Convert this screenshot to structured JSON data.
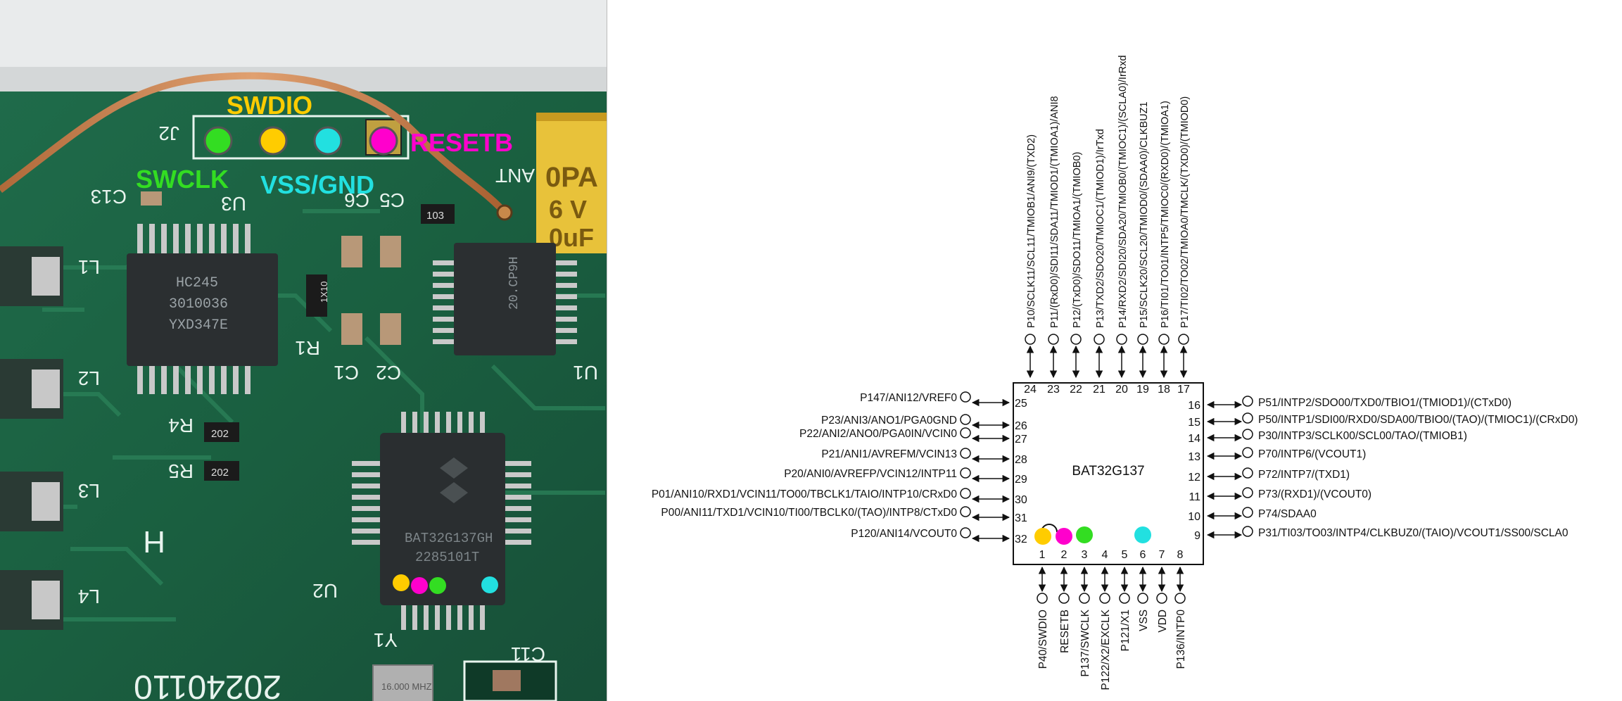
{
  "photo": {
    "labels": {
      "swdio": "SWDIO",
      "swclk": "SWCLK",
      "vss": "VSS/GND",
      "resetb": "RESETB"
    },
    "silkscreen": {
      "j2": "J2",
      "c13": "C13",
      "u3": "U3",
      "c5": "C5",
      "c6": "C6",
      "ant": "ANT",
      "r1": "R1",
      "c1": "C1",
      "c2": "C2",
      "u1": "U1",
      "r4": "R4",
      "r5": "R5",
      "u2": "U2",
      "y1": "Y1",
      "c11": "C11",
      "l1": "L1",
      "l2": "L2",
      "l3": "L3",
      "l4": "L4",
      "h": "H",
      "date": "20240110",
      "cap_top": "0PA",
      "cap_mid": "6 V",
      "cap_bot": "0uF"
    },
    "chips": {
      "hc245_line1": "HC245",
      "hc245_line2": "3010036",
      "hc245_line3": "YXD347E",
      "rf_chip": "20.CP9H",
      "mcu_line1": "BAT32G137GH",
      "mcu_line2": "2285101T",
      "res_103": "103",
      "res_202a": "202",
      "res_202b": "202",
      "res_1x10": "1X10",
      "crystal": "16.000 MHZ"
    },
    "colors": {
      "swclk": "#33dd22",
      "swdio": "#ffcc00",
      "vss": "#22e0e0",
      "resetb": "#ff00cc"
    }
  },
  "diagram": {
    "chip_name": "BAT32G137",
    "top_numbers": [
      "24",
      "23",
      "22",
      "21",
      "20",
      "19",
      "18",
      "17"
    ],
    "top_pins": [
      "P10/SCLK11/SCL11/TMIOB1/ANI9/(TXD2)",
      "P11/(RxD0)/SDI11/SDA11/TMIOD1/(TMIOA1)/ANI8",
      "P12/(TxD0)/SDO11/TMIOA1/(TMIOB0)",
      "P13/TXD2/SDO20/TMIOC1/(TMIOD1)/IrTxd",
      "P14/RXD2/SDI20/SDA20/TMIOB0/(TMIOC1)/(SCLA0)/IrRxd",
      "P15/SCLK20/SCL20/TMIOD0/(SDAA0)/CLKBUZ1",
      "P16/TI01/TO01/INTP5/TMIOC0/(RXD0)/(TMIOA1)",
      "P17/TI02/TO02/TMIOA0/TMCLK/(TXD0)/(TMIOD0)"
    ],
    "left_numbers": [
      "25",
      "26",
      "27",
      "28",
      "29",
      "30",
      "31",
      "32"
    ],
    "left_pins": [
      "P147/ANI12/VREF0",
      "P23/ANI3/ANO1/PGA0GND",
      "P22/ANI2/ANO0/PGA0IN/VCIN0",
      "P21/ANI1/AVREFM/VCIN13",
      "P20/ANI0/AVREFP/VCIN12/INTP11",
      "P01/ANI10/RXD1/VCIN11/TO00/TBCLK1/TAIO/INTP10/CRxD0",
      "P00/ANI11/TXD1/VCIN10/TI00/TBCLK0/(TAO)/INTP8/CTxD0",
      "P120/ANI14/VCOUT0"
    ],
    "right_numbers": [
      "16",
      "15",
      "14",
      "13",
      "12",
      "11",
      "10",
      "9"
    ],
    "right_pins": [
      "P51/INTP2/SDO00/TXD0/TBIO1/(TMIOD1)/(CTxD0)",
      "P50/INTP1/SDI00/RXD0/SDA00/TBIO0/(TAO)/(TMIOC1)/(CRxD0)",
      "P30/INTP3/SCLK00/SCL00/TAO/(TMIOB1)",
      "P70/INTP6/(VCOUT1)",
      "P72/INTP7/(TXD1)",
      "P73/(RXD1)/(VCOUT0)",
      "P74/SDAA0",
      "P31/TI03/TO03/INTP4/CLKBUZ0/(TAIO)/VCOUT1/SS00/SCLA0"
    ],
    "bottom_numbers": [
      "1",
      "2",
      "3",
      "4",
      "5",
      "6",
      "7",
      "8"
    ],
    "bottom_pins": [
      "P40/SWDIO",
      "RESETB",
      "P137/SWCLK",
      "P122/X2/EXCLK",
      "P121/X1",
      "VSS",
      "VDD",
      "P136/INTP0"
    ]
  }
}
